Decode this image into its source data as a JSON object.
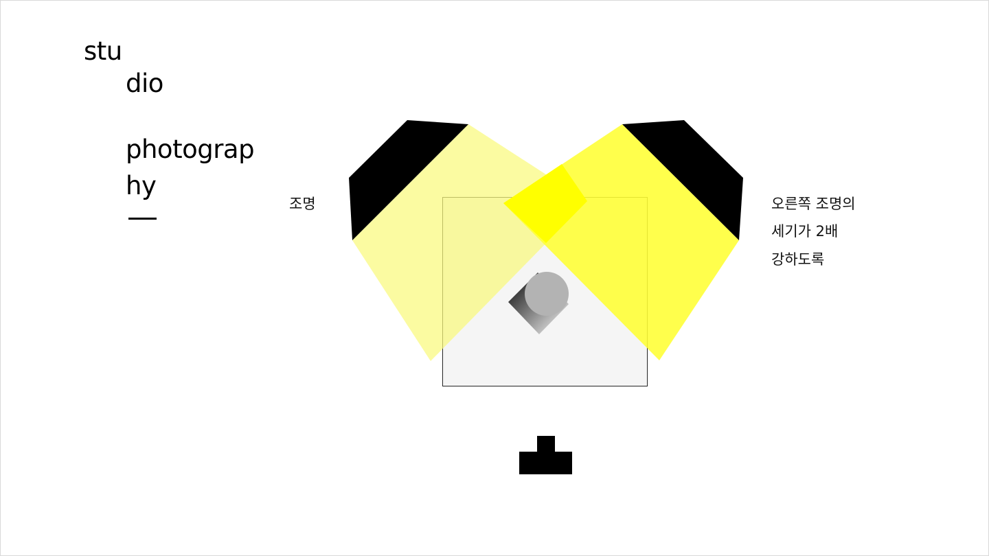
{
  "title": {
    "line1": "stu",
    "line2": "dio",
    "line3": "photograp",
    "line4": "hy"
  },
  "labels": {
    "left_light": "조명",
    "right_light_line1": "오른쪽 조명의",
    "right_light_line2": "세기가 2배",
    "right_light_line3": "강하도록"
  },
  "colors": {
    "left_beam": "#fafa7d",
    "right_beam": "#ffff33",
    "overlap": "#ffff00",
    "light_body": "#000000",
    "stage_fill": "#f5f5f5",
    "subject": "#b3b3b3",
    "camera": "#000000"
  },
  "icons": {
    "subject": "subject-circle-icon",
    "camera": "camera-icon"
  }
}
